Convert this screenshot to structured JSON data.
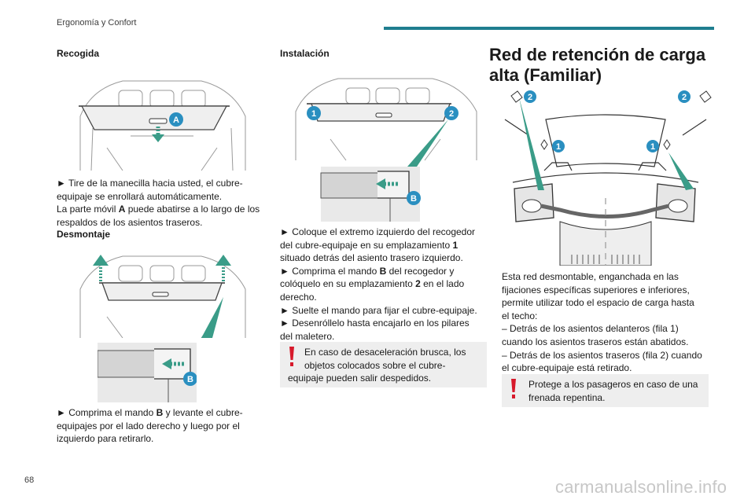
{
  "header": {
    "section": "Ergonomía y Confort"
  },
  "page": {
    "number": "68"
  },
  "watermark": "carmanualsonline.info",
  "col1": {
    "recogida_title": "Recogida",
    "recogida_text": [
      "► Tire de la manecilla hacia usted, el cubre-",
      "equipaje se enrollará automáticamente.",
      "La parte móvil A puede abatirse a lo largo de los",
      "respaldos de los asientos traseros."
    ],
    "desmontaje_title": "Desmontaje",
    "desmontaje_text": [
      "► Comprima el mando B y levante el cubre-",
      "equipajes por el lado derecho y luego por el",
      "izquierdo para retirarlo."
    ],
    "fig1_callout": "A",
    "fig2_callout": "B"
  },
  "col2": {
    "instalacion_title": "Instalación",
    "fig_callouts": [
      "1",
      "2",
      "B"
    ],
    "instalacion_text": [
      "► Coloque el extremo izquierdo del recogedor",
      "del cubre-equipaje en su emplazamiento 1",
      "situado detrás del asiento trasero izquierdo.",
      "► Comprima el mando B del recogedor y",
      "colóquelo en su emplazamiento 2 en el lado",
      "derecho.",
      "► Suelte el mando para fijar el cubre-equipaje.",
      "► Desenróllelo hasta encajarlo en los pilares",
      "del maletero."
    ],
    "warning_lines": [
      "En caso de desaceleración brusca, los",
      "objetos colocados sobre el cubre-",
      "equipaje pueden salir despedidos."
    ]
  },
  "col3": {
    "title_line1": "Red de retención de carga",
    "title_line2": "alta (Familiar)",
    "fig_callouts": [
      "2",
      "2",
      "1",
      "1"
    ],
    "text": [
      "Esta red desmontable, enganchada en las",
      "fijaciones específicas superiores e inferiores,",
      "permite utilizar todo el espacio de carga hasta",
      "el techo:",
      "– Detrás de los asientos delanteros (fila 1)",
      "cuando los asientos traseros están abatidos.",
      "– Detrás de los asientos traseros (fila 2) cuando",
      "el cubre-equipaje está retirado."
    ],
    "warning_lines": [
      "Protege a los pasageros en caso de una",
      "frenada repentina."
    ]
  },
  "colors": {
    "accent": "#1f7e8f",
    "callout": "#2a8fc0",
    "arrow": "#3a9c88",
    "warning": "#d7192b"
  }
}
